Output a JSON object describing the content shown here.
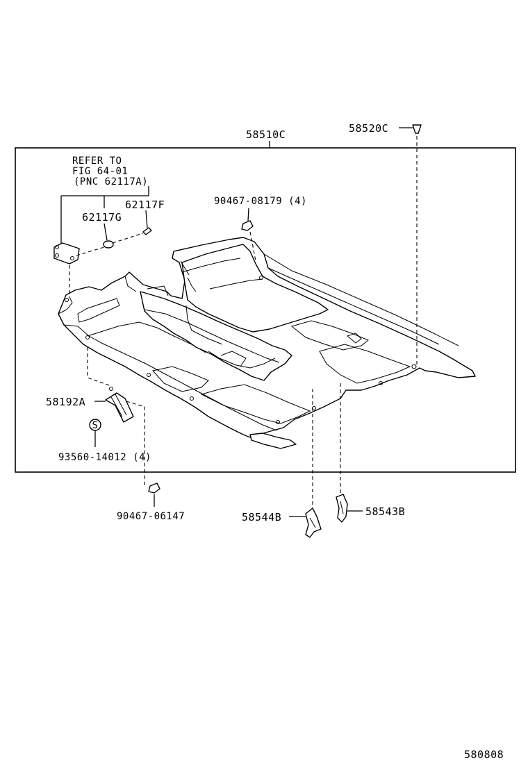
{
  "labels": {
    "main_part": "58510C",
    "clip_top": "58520C",
    "refer_line1": "REFER TO",
    "refer_line2": "FIG 64-01",
    "refer_line3": "(PNC 62117A)",
    "part_62117F": "62117F",
    "part_62117G": "62117G",
    "nut_top": "90467-08179 (4)",
    "pad_58192A": "58192A",
    "clip_93560": "93560-14012 (4)",
    "clip_bottom": "90467-06147",
    "bracket_58544B": "58544B",
    "bracket_58543B": "58543B",
    "figure_number": "580808"
  },
  "symbols": {
    "circle_s": "S"
  }
}
